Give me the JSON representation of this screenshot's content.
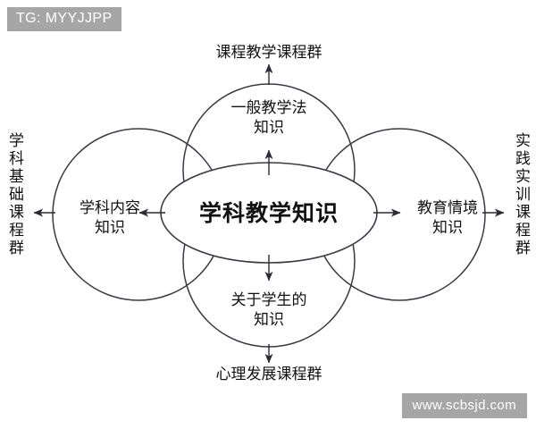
{
  "watermarks": {
    "top_left": "TG: MYYJJPP",
    "bottom_right": "www.scbsjd.com"
  },
  "diagram": {
    "type": "venn-circles-with-arrows",
    "center": {
      "id": "pedagogical-content-knowledge",
      "label": "学科教学知识",
      "shape": "ellipse"
    },
    "circles": [
      {
        "id": "general-pedagogy",
        "position": "top",
        "label": "一般教学法\n知识"
      },
      {
        "id": "subject-content",
        "position": "left",
        "label": "学科内容\n知识"
      },
      {
        "id": "educational-context",
        "position": "right",
        "label": "教育情境\n知识"
      },
      {
        "id": "about-students",
        "position": "bottom",
        "label": "关于学生的\n知识"
      }
    ],
    "outer_labels": [
      {
        "id": "curriculum-teaching-course-group",
        "position": "top",
        "orientation": "horizontal",
        "label": "课程教学课程群"
      },
      {
        "id": "subject-foundation-course-group",
        "position": "left",
        "orientation": "vertical",
        "label": "学科基础课程群"
      },
      {
        "id": "practice-training-course-group",
        "position": "right",
        "orientation": "vertical",
        "label": "实践实训课程群"
      },
      {
        "id": "psychological-development-course-group",
        "position": "bottom",
        "orientation": "horizontal",
        "label": "心理发展课程群"
      }
    ],
    "arrows": [
      {
        "id": "arrow-center-to-top",
        "direction": "up"
      },
      {
        "id": "arrow-center-to-bottom",
        "direction": "down"
      },
      {
        "id": "arrow-center-to-left",
        "direction": "left"
      },
      {
        "id": "arrow-center-to-right",
        "direction": "right"
      },
      {
        "id": "arrow-top-to-outer",
        "direction": "up"
      },
      {
        "id": "arrow-bottom-to-outer",
        "direction": "down"
      },
      {
        "id": "arrow-left-to-outer",
        "direction": "left"
      },
      {
        "id": "arrow-right-to-outer",
        "direction": "right"
      }
    ],
    "colors": {
      "stroke": "#3a3a44",
      "text": "#111111",
      "background": "#ffffff",
      "watermark_bg": "#a6a6a6",
      "watermark_text": "#ffffff"
    }
  }
}
